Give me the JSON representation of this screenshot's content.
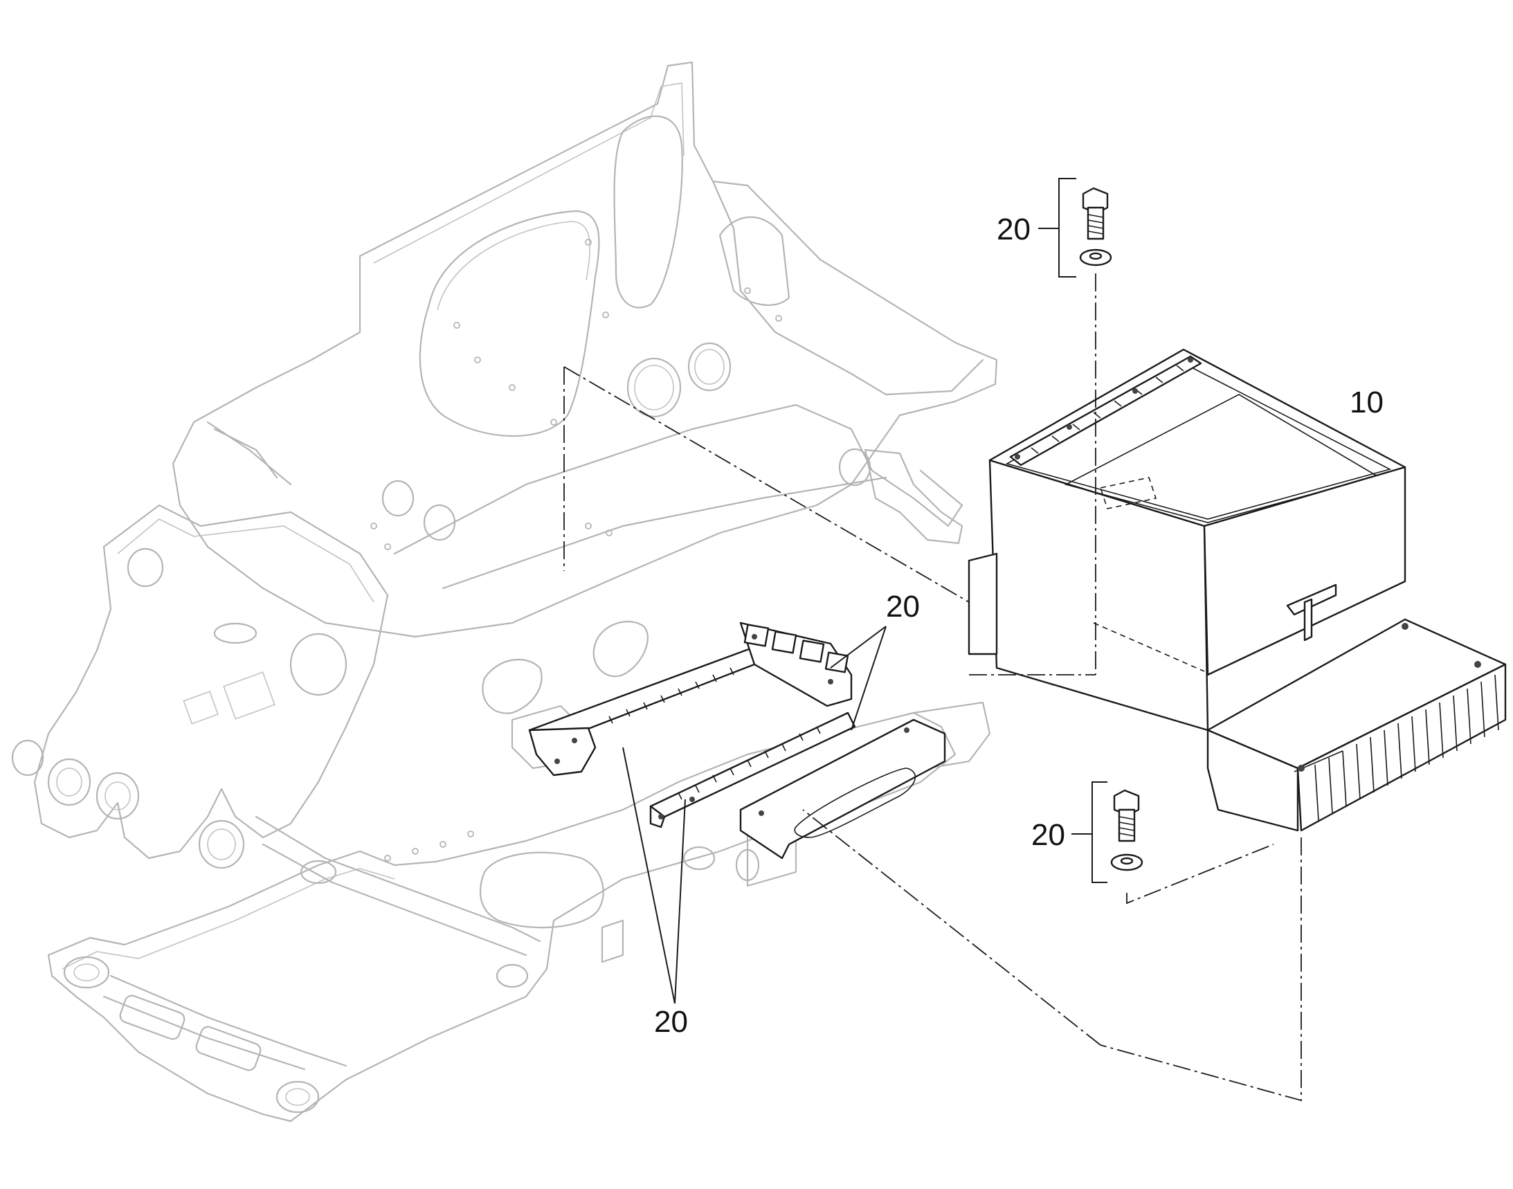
{
  "callouts": {
    "battery_box": "10",
    "bolt_top": "20",
    "bolt_bottom": "20",
    "rails_upper": "20",
    "rails_lower": "20"
  }
}
